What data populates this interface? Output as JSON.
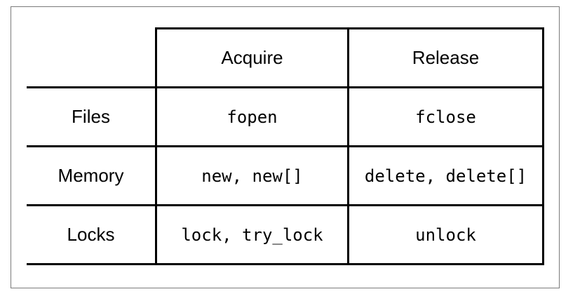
{
  "columns": [
    "Acquire",
    "Release"
  ],
  "rows": [
    {
      "label": "Files",
      "acquire": "fopen",
      "release": "fclose"
    },
    {
      "label": "Memory",
      "acquire": "new, new[]",
      "release": "delete, delete[]"
    },
    {
      "label": "Locks",
      "acquire": "lock, try_lock",
      "release": "unlock"
    }
  ]
}
